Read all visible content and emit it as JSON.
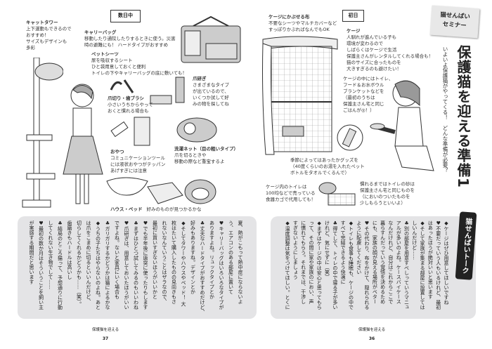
{
  "left_page": {
    "tag": "数日中",
    "notes": [
      {
        "title": "キャットタワー",
        "lines": [
          "上下運動もできるので",
          "おすすめ！",
          "サイズもデザインも",
          "多彩"
        ]
      },
      {
        "title": "キャリーバッグ",
        "lines": [
          "移動したり通院したりするときに使う。災害",
          "時の避難にも！ ハードタイプがおすすめ"
        ]
      },
      {
        "title": "ペットシーツ",
        "lines": [
          "尿を吸収するシート",
          "ひと袋用意しておくと便利",
          "トイレの下やキャリーバッグの底に敷いても！"
        ]
      },
      {
        "title": "爪研ぎ",
        "lines": [
          "さまざまなタイプ",
          "が出ているので、",
          "いくつか試して好",
          "みの物を探してね"
        ]
      },
      {
        "title": "爪切り・歯ブラシ",
        "lines": [
          "小さいうちからやって",
          "おくと慣れる場合も"
        ]
      },
      {
        "title": "おやつ",
        "lines": [
          "コミュニケーションツール",
          "には液状おやつがテッパン",
          "あげすぎには注意"
        ]
      },
      {
        "title": "洗濯ネット（目の粗いタイプ）",
        "lines": [
          "爪を切るときや",
          "移動の際など重宝するよ"
        ]
      },
      {
        "title": "ハウス・ベッド",
        "lines": [
          "好みのものが見つかるかな"
        ]
      }
    ],
    "talk": [
      "夏、熱がこもって熱中症にならないよ",
      "う、エアコンのある部屋に置いて",
      "♥キャリーバッグはいろいろなタイプが",
      "ありますよね。リュックタイプとか",
      "♣丈夫なハードタイプがおすすめだけど、",
      "好みもありますね。デザインとか",
      "◆そしてタワーやハウスやベッド！ 大",
      "枚はたいて購入したものの見向きもさ",
      "れないなんていうことはザラなので、",
      "最初に買いすぎないほうがいいかと",
      "♥でも半年後に唐突に使ったりもします",
      "♣まずはひとつ試してみるのもいいわね",
      "♥爪研ぎは、用意しておいたほうがいい",
      "ですよね。ないと家具にいく場合も",
      "♣ガリガリするかどうかは猫によるかな",
      "◆うちの子たちはやらないのよね。あと",
      "は爪をこまめに切るといいんだけど、",
      "切らしてくれるかどうかも……（笑）。",
      "歯磨きもハードルは高いし",
      "♣結局のところ猫って、予想通りに行動",
      "してくれない生き物でして……",
      "♥最初の数か月はそういうことを飼い主",
      "が実感する期間だと思います"
    ],
    "footer": {
      "running_title": "保護猫を迎える",
      "page_number": "37"
    }
  },
  "right_page": {
    "tag": "初日",
    "seminar_note": [
      "猫せんぱい",
      "セミナー"
    ],
    "title": "保護猫を迎える準備1",
    "subtitle": "いよいよ保護猫がやってくる！　どんな準備が必要？",
    "notes": [
      {
        "title": "ケージにかぶせる布",
        "lines": [
          "不要なシーツやマルチカバーなど",
          "すっぽりかぶればなんでもOK"
        ]
      },
      {
        "title": "ケージ",
        "lines": [
          "人馴れが進んでいる子も",
          "環境が変わるので",
          "しばらくはケージで生活",
          "保護主さんがレンタルしてくれる場合も！",
          "猫のサイズに合ったものを",
          "大きすぎるのも避けたい！"
        ]
      },
      {
        "title": "",
        "lines": [
          "ケージの中にはトイレ、",
          "フード＆お水ボウル",
          "ブランケットなどを",
          "（最初のうちは",
          "保護主さん宅と同じ",
          "ごはんが◎！）"
        ]
      },
      {
        "title": "",
        "lines": [
          "季節によってはあったかグッズを",
          "（40度くらいのお湯を入れたペット",
          "ボトルをタオルでくるんで）"
        ]
      },
      {
        "title": "",
        "lines": [
          "ケージ内のトイレは",
          "100均などで売っている",
          "食器カゴで代用しても！"
        ]
      },
      {
        "title": "",
        "lines": [
          "慣れるまではトイレの砂は",
          "保護主さん宅と同じものを",
          "（においのついたものを",
          "少しもらうといいよ）"
        ]
      }
    ],
    "talk_label": "猫せんぱいトーク",
    "talk": [
      "◆ケージはぜひ用意してほしいですね",
      "♥不要だっていう人もいるけれど、最初",
      "はあったほうが絶対いいと思います",
      "◆そして家族が集まる部屋に設置しては",
      "しいんだけど……",
      "♣別の部屋を用意すべしっていうマニュ",
      "アルが多いのよね。ケースバイケース",
      "なんだけれど、自分はこれからここで",
      "暮らすんだっていう覚悟を決めるため",
      "にも、家族の顔が見える場所がベター",
      "♥その代わり、布をかけて、隠れられる",
      "ように配慮してください",
      "◆トイレも食事も睡眠も、ケージの中で",
      "すべて完結できるよう快適に",
      "♣得てして、トイレの中で寝る子が多い",
      "けれど、気にせずに（笑）",
      "◆まずはケージの中は安心と思ってもら",
      "って、その間に家や家族のにおい、声",
      "に慣れてもらう。それまでは、干渉し",
      "すぎないようにしましょう",
      "◆温度調整は気をつけてほしい。とくに"
    ],
    "footer": {
      "running_title": "保護猫を迎える",
      "page_number": "36"
    }
  }
}
